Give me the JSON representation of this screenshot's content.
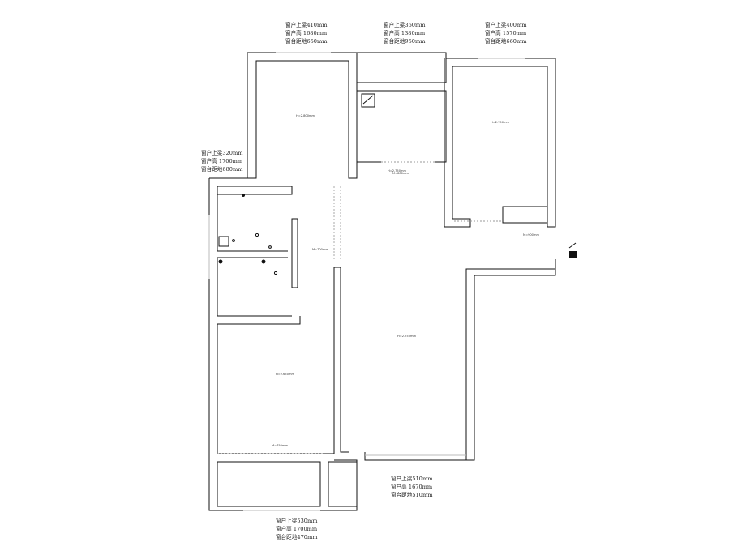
{
  "window_notes": [
    {
      "id": "top-left",
      "lines": [
        "窗户上梁410mm",
        "窗户高 1680mm",
        "窗台距地650mm"
      ]
    },
    {
      "id": "top-center",
      "lines": [
        "窗户上梁360mm",
        "窗户高 1380mm",
        "窗台距地950mm"
      ]
    },
    {
      "id": "top-right",
      "lines": [
        "窗户上梁400mm",
        "窗户高 1570mm",
        "窗台距地660mm"
      ]
    },
    {
      "id": "left",
      "lines": [
        "窗户上梁320mm",
        "窗户高 1700mm",
        "窗台距地680mm"
      ]
    },
    {
      "id": "bottom-right",
      "lines": [
        "窗户上梁510mm",
        "窗户高 1670mm",
        "窗台距地510mm"
      ]
    },
    {
      "id": "bottom-left",
      "lines": [
        "窗户上梁530mm",
        "窗户高 1700mm",
        "窗台距地470mm"
      ]
    }
  ],
  "ceiling_labels": [
    "H=2.800mm",
    "H=2.750mm",
    "H=2.750mm",
    "H=2.650mm",
    "H=2.750mm"
  ],
  "door_labels": [
    "M=800mm",
    "M=700mm",
    "M=900mm",
    "M=750mm"
  ],
  "colors": {
    "wall": "#111111",
    "opening": "#bbbbbb",
    "background": "#ffffff"
  }
}
